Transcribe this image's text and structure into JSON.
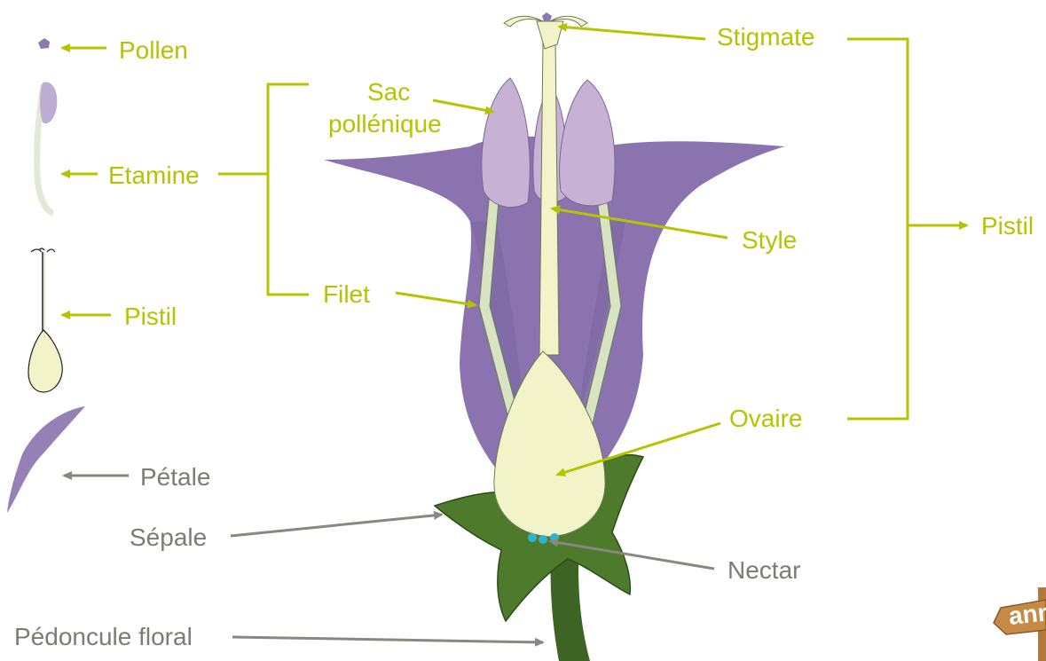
{
  "colors": {
    "accent_label": "#b5c400",
    "secondary_label": "#7d7b76",
    "petal": "#8a73ae",
    "anther": "#c7b2d6",
    "filament": "#d7e3c3",
    "ovary": "#f2f3c9",
    "sepal": "#4e7a2c",
    "stem": "#3d6325",
    "nectar": "#2fb4d0",
    "pollen": "#8a78b0"
  },
  "labels": {
    "pollen": "Pollen",
    "etamine": "Etamine",
    "pistil_left": "Pistil",
    "petale": "Pétale",
    "sepale": "Sépale",
    "pedoncule": "Pédoncule floral",
    "sac_line1": "Sac",
    "sac_line2": "pollénique",
    "filet": "Filet",
    "stigmate": "Stigmate",
    "style": "Style",
    "ovaire": "Ovaire",
    "nectar": "Nectar",
    "pistil_right": "Pistil",
    "sign": "anne"
  },
  "icons": {
    "pollen": "pollen-grain-icon",
    "stamen": "stamen-icon",
    "pistil": "pistil-icon",
    "petal": "petal-icon",
    "flower": "flower-cross-section",
    "sign": "wooden-sign-icon"
  }
}
